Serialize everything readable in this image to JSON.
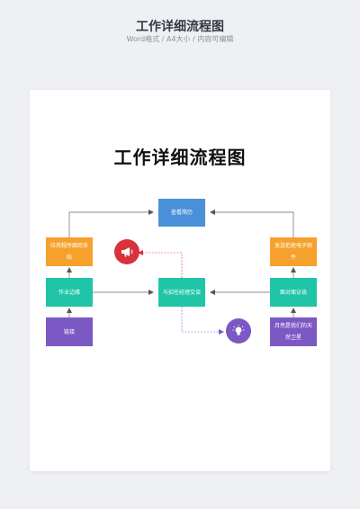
{
  "header": {
    "title": "工作详细流程图",
    "subtitle": "Word格式 / A4大小 / 内容可编辑"
  },
  "document": {
    "title": "工作详细流程图"
  },
  "nodes": {
    "view_resume": "查看简历",
    "apply_system": "应用程序跟踪系统",
    "operations": "作业边缘",
    "link": "链接",
    "hiring_manager": "与招任经理交谈",
    "send_email": "发送拒绝电子邮件",
    "interview": "面对面访谈",
    "satellite": "月亮是我们的天然卫星"
  },
  "icons": {
    "megaphone": "megaphone-icon",
    "lightbulb": "lightbulb-icon"
  },
  "colors": {
    "blue": "#4a90d9",
    "orange": "#f5a12b",
    "teal": "#20c5a8",
    "purple": "#7c58c4",
    "red": "#d8323c"
  }
}
